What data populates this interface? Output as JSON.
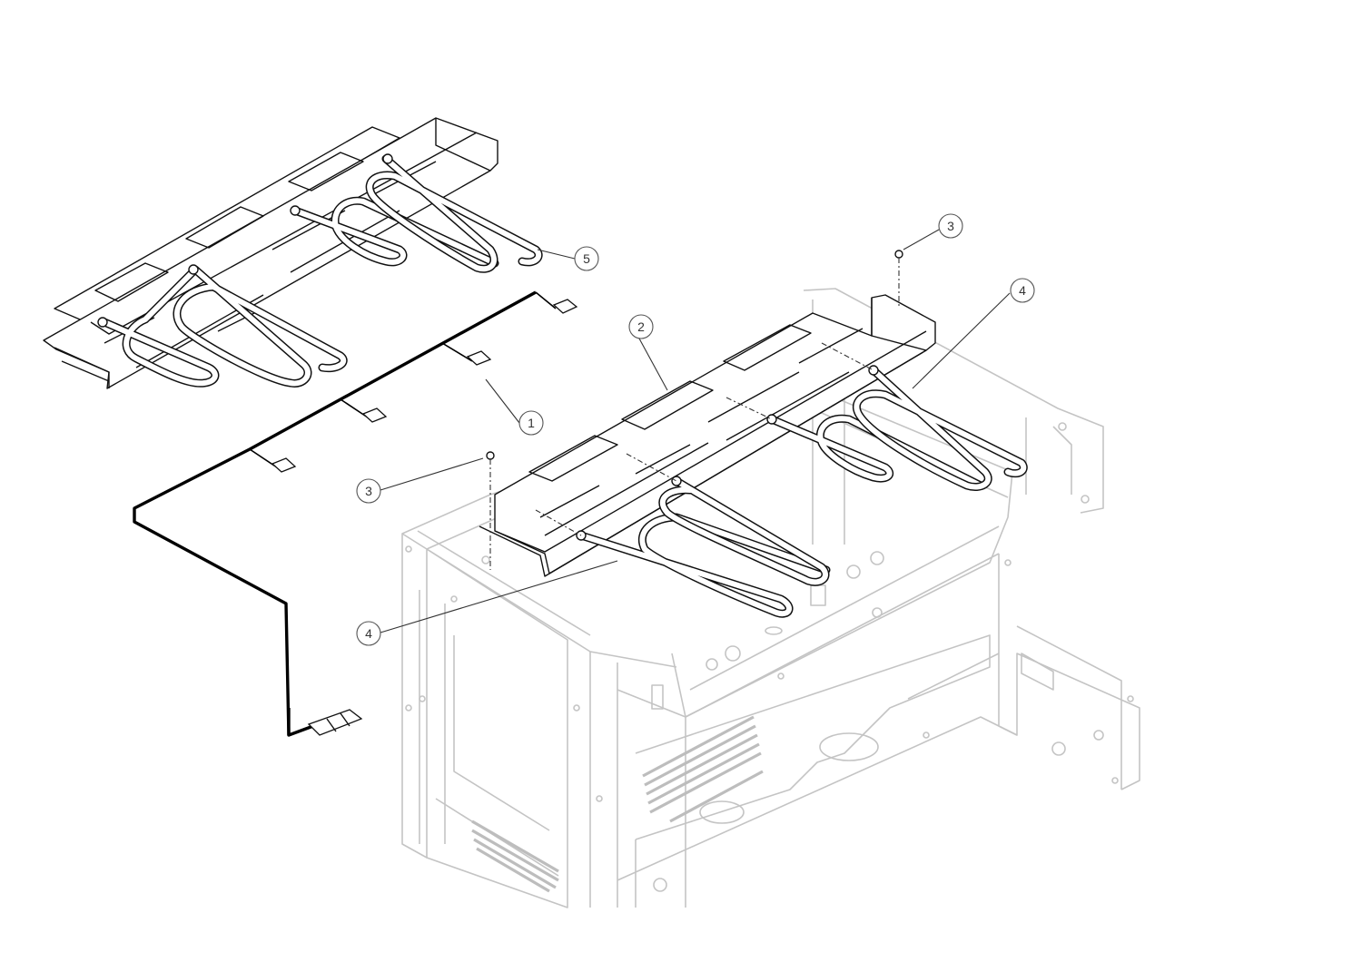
{
  "callouts": [
    {
      "id": "wire-harness",
      "label": "1"
    },
    {
      "id": "heater-tray",
      "label": "2"
    },
    {
      "id": "screw-right",
      "label": "3"
    },
    {
      "id": "screw-left",
      "label": "3"
    },
    {
      "id": "heater-element-right",
      "label": "4"
    },
    {
      "id": "heater-element-left",
      "label": "4"
    },
    {
      "id": "heater-assembly",
      "label": "5"
    }
  ],
  "colors": {
    "background": "#ffffff",
    "part_line": "#111111",
    "frame_line": "#c4c4c4",
    "cable": "#000000",
    "callout_line": "#555555"
  }
}
